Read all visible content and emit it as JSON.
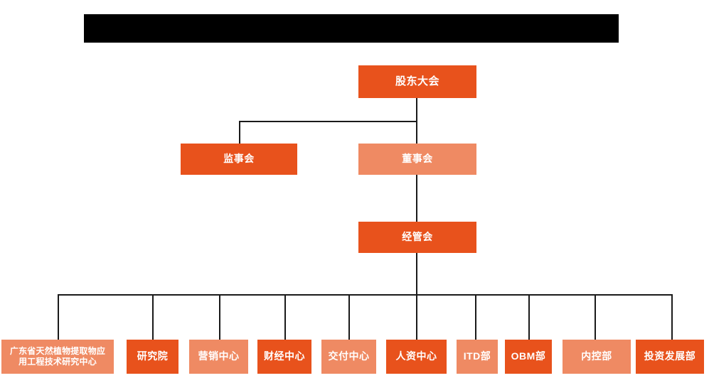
{
  "chart": {
    "type": "org-chart",
    "title_bar": {
      "label": "",
      "redacted": true,
      "color": "#000000"
    },
    "colors": {
      "primary": "#E8521C",
      "secondary": "#EF8A63",
      "connector": "#1a1a1a",
      "text": "#FFFFFF",
      "background": "#FFFFFF"
    },
    "levels": [
      {
        "level": 1,
        "nodes": [
          {
            "id": "shareholders",
            "label": "股东大会",
            "color": "primary"
          }
        ]
      },
      {
        "level": 2,
        "nodes": [
          {
            "id": "supervisors",
            "label": "监事会",
            "color": "primary"
          },
          {
            "id": "directors",
            "label": "董事会",
            "color": "secondary"
          }
        ]
      },
      {
        "level": 3,
        "nodes": [
          {
            "id": "management",
            "label": "经管会",
            "color": "primary"
          }
        ]
      },
      {
        "level": 4,
        "nodes": [
          {
            "id": "research-center",
            "label": "广东省天然植物提取物应用工程技术研究中心",
            "label_line1": "广东省天然植物提取物应",
            "label_line2": "用工程技术研究中心",
            "color": "secondary"
          },
          {
            "id": "institute",
            "label": "研究院",
            "color": "primary"
          },
          {
            "id": "marketing-center",
            "label": "营销中心",
            "color": "secondary"
          },
          {
            "id": "finance-center",
            "label": "财经中心",
            "color": "primary"
          },
          {
            "id": "delivery-center",
            "label": "交付中心",
            "color": "secondary"
          },
          {
            "id": "hr-center",
            "label": "人资中心",
            "color": "primary"
          },
          {
            "id": "itd-dept",
            "label": "ITD部",
            "color": "secondary"
          },
          {
            "id": "obm-dept",
            "label": "OBM部",
            "color": "primary"
          },
          {
            "id": "internal-control-dept",
            "label": "内控部",
            "color": "secondary"
          },
          {
            "id": "investment-development-dept",
            "label": "投资发展部",
            "color": "primary"
          }
        ]
      }
    ],
    "edges": [
      {
        "from": "shareholders",
        "to": "supervisors"
      },
      {
        "from": "shareholders",
        "to": "directors"
      },
      {
        "from": "directors",
        "to": "management"
      },
      {
        "from": "management",
        "to": "research-center"
      },
      {
        "from": "management",
        "to": "institute"
      },
      {
        "from": "management",
        "to": "marketing-center"
      },
      {
        "from": "management",
        "to": "finance-center"
      },
      {
        "from": "management",
        "to": "delivery-center"
      },
      {
        "from": "management",
        "to": "hr-center"
      },
      {
        "from": "management",
        "to": "itd-dept"
      },
      {
        "from": "management",
        "to": "obm-dept"
      },
      {
        "from": "management",
        "to": "internal-control-dept"
      },
      {
        "from": "management",
        "to": "investment-development-dept"
      }
    ]
  }
}
